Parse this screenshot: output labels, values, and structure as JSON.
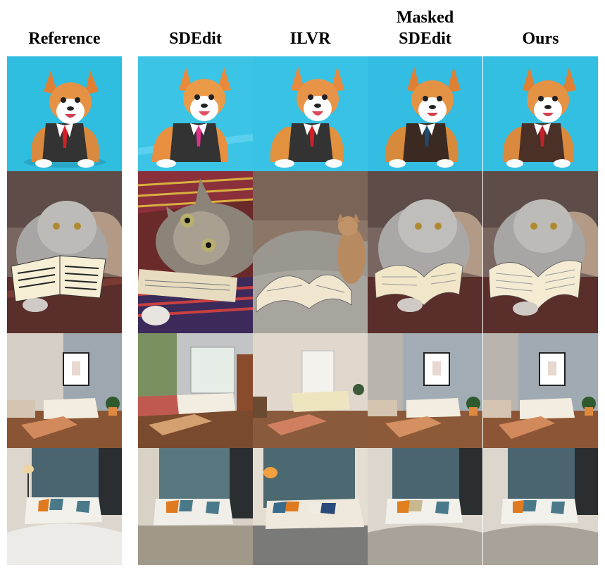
{
  "figure": {
    "columns": [
      {
        "label": "Reference"
      },
      {
        "label": "SDEdit"
      },
      {
        "label": "ILVR"
      },
      {
        "label_line1": "Masked",
        "label_line2": "SDEdit"
      },
      {
        "label": "Ours"
      }
    ],
    "rows": [
      {
        "scene": "corgi in suit"
      },
      {
        "scene": "cat with book"
      },
      {
        "scene": "living room"
      },
      {
        "scene": "sofa with cushions"
      }
    ],
    "colors": {
      "corgi_bg": "#33c1e3",
      "corgi_fur": "#e58a3a",
      "suit": "#3a3a3a",
      "tie": "#d8262a",
      "wall_blue": "#9aa6b0",
      "floor": "#8a5a3a"
    }
  }
}
